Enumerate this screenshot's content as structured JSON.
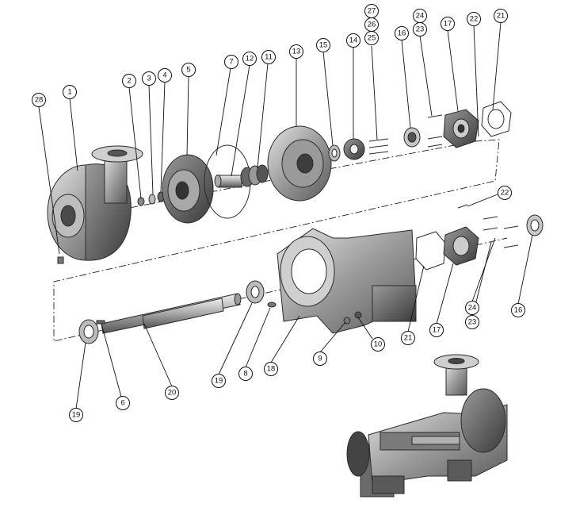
{
  "diagram": {
    "type": "exploded-parts-view",
    "callouts": [
      "28",
      "1",
      "2",
      "3",
      "4",
      "5",
      "7",
      "12",
      "11",
      "13",
      "15",
      "14",
      "27",
      "26",
      "25",
      "16",
      "23",
      "24",
      "17",
      "22",
      "21",
      "22",
      "19",
      "6",
      "20",
      "19",
      "8",
      "18",
      "9",
      "10",
      "21",
      "17",
      "24",
      "23",
      "16"
    ]
  },
  "colors": {
    "line": "#111111",
    "part_dark": "#4a4a4a",
    "part_mid": "#8c8c8c",
    "part_light": "#d0d0d0",
    "background": "#ffffff"
  }
}
